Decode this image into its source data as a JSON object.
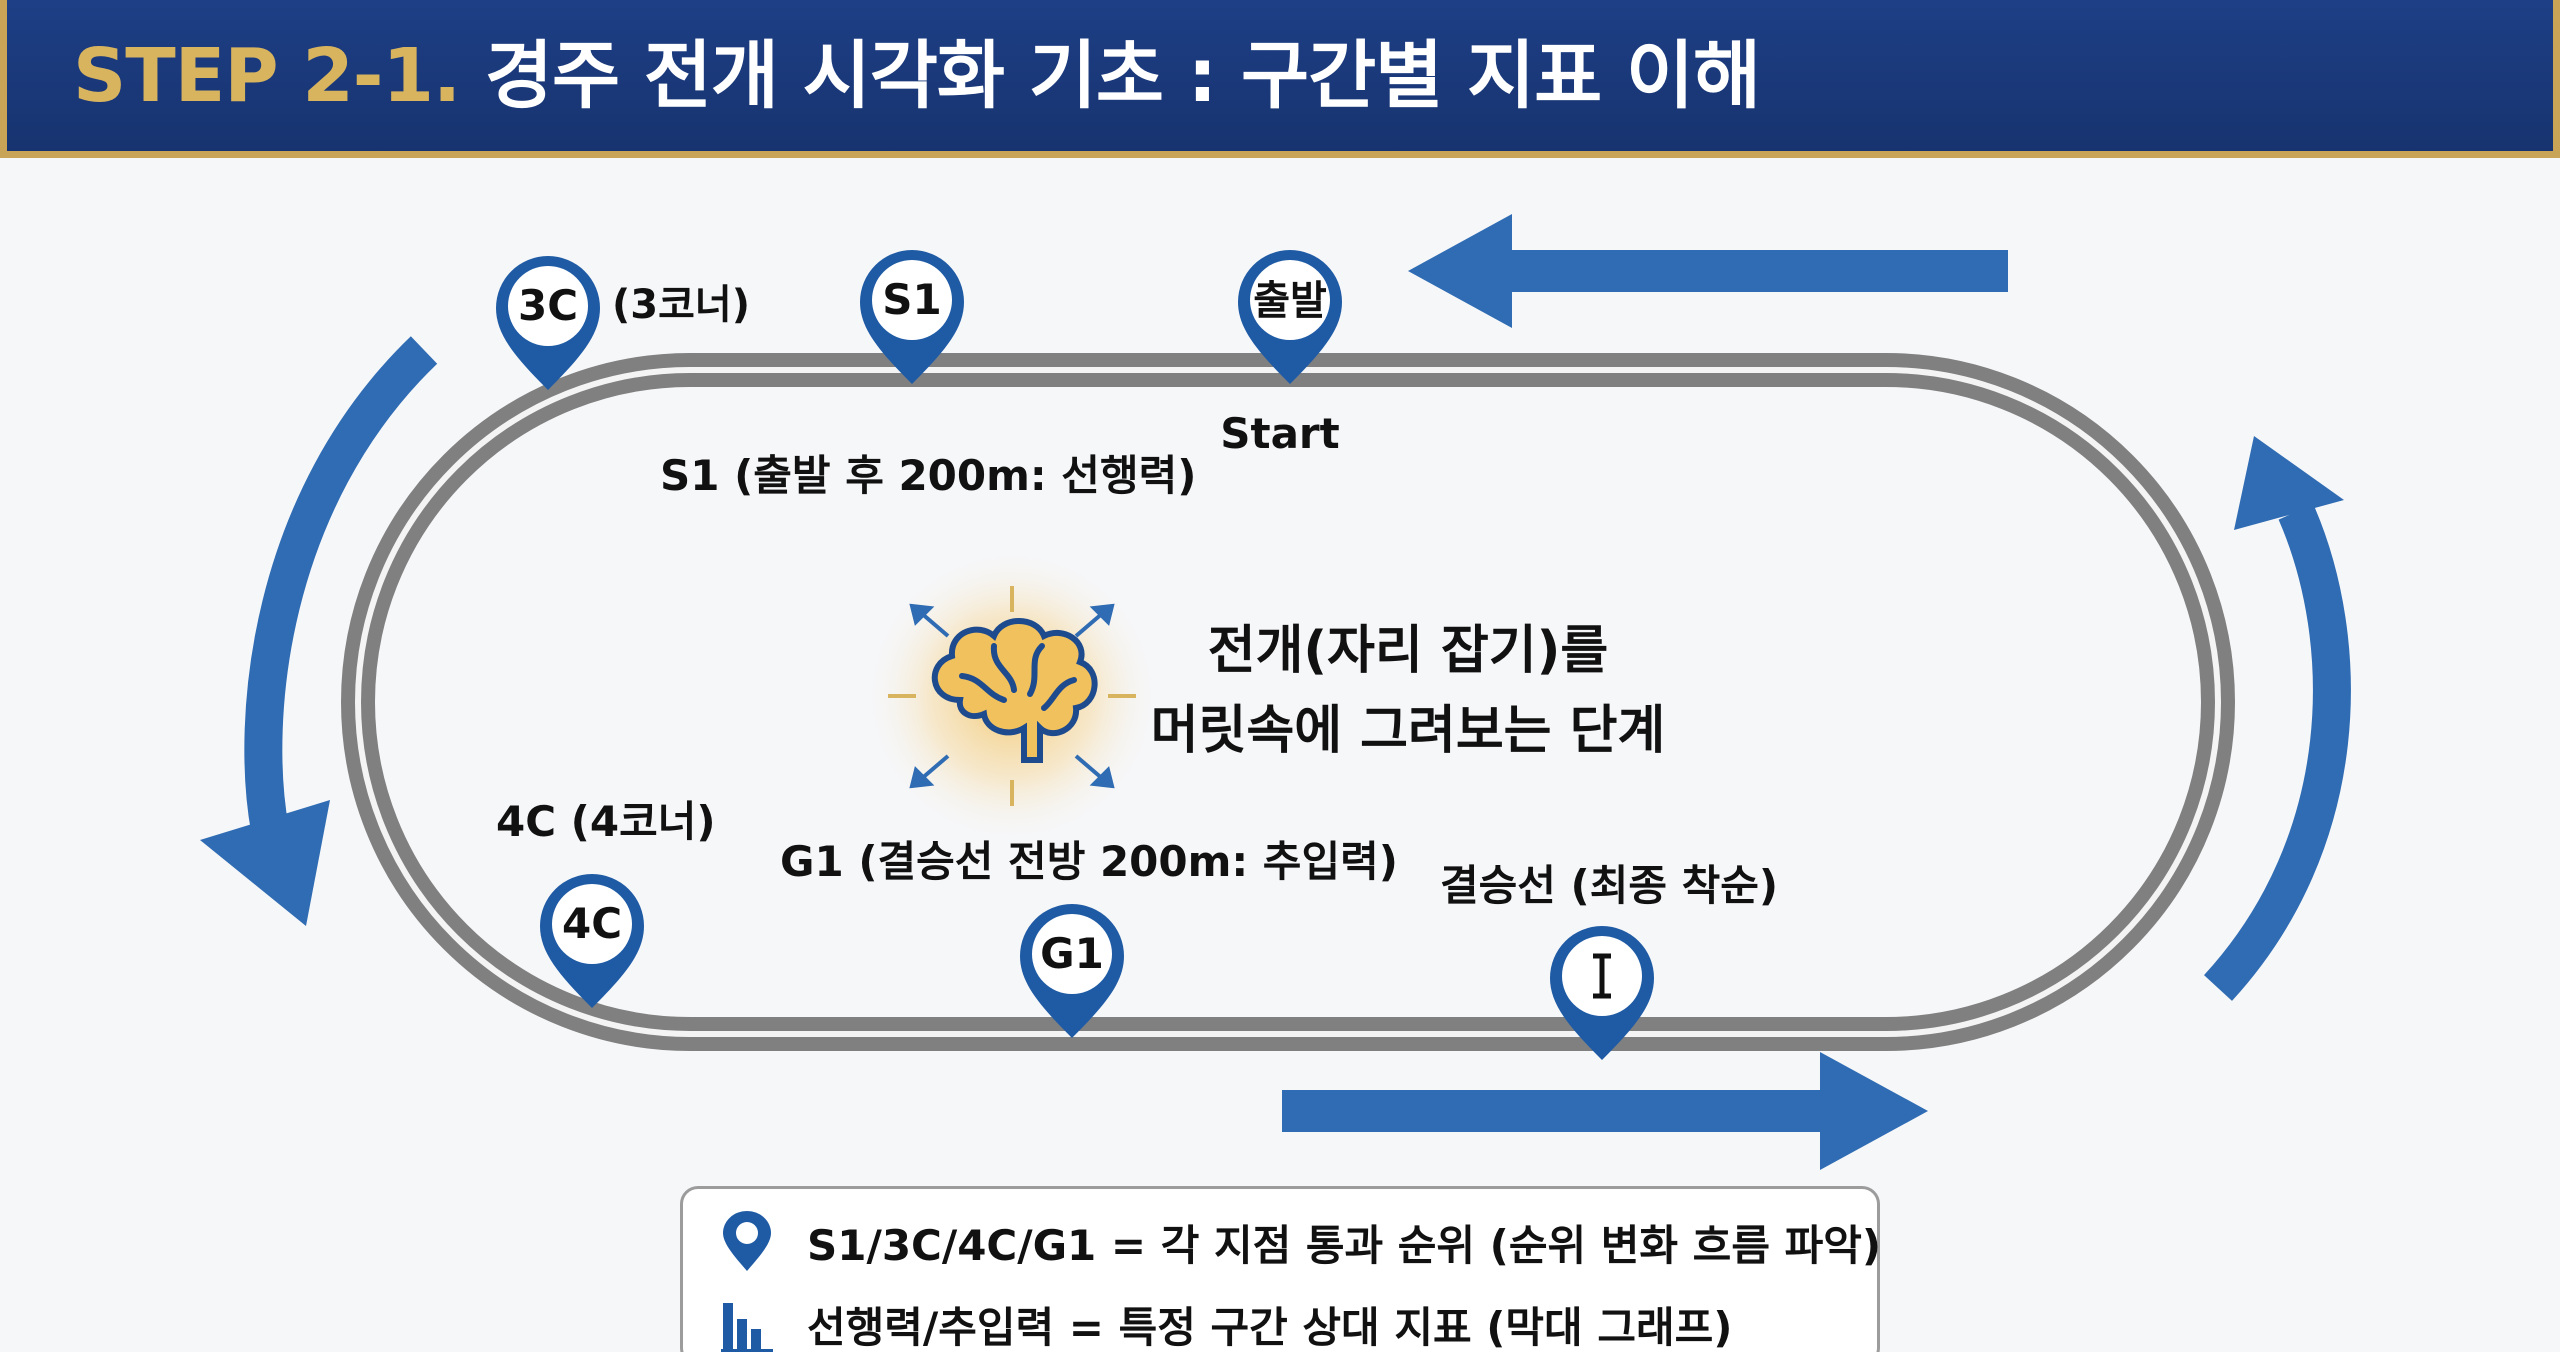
{
  "header": {
    "step": "STEP 2-1.",
    "title": "경주 전개 시각화 기초 : 구간별 지표 이해"
  },
  "track": {
    "start_marker": "출발",
    "start_label": "Start",
    "s1_marker": "S1",
    "s1_label": "S1 (출발 후 200m: 선행력)",
    "c3_marker": "3C",
    "c3_label": "(3코너)",
    "c4_marker": "4C",
    "c4_label": "4C (4코너)",
    "g1_marker": "G1",
    "g1_label": "G1 (결승선 전방 200m: 추입력)",
    "finish_label": "결승선 (최종 착순)",
    "center_line1": "전개(자리 잡기)를",
    "center_line2": "머릿속에 그려보는 단계"
  },
  "legend": {
    "row1": "S1/3C/4C/G1 = 각 지점 통과 순위 (순위 변화 흐름 파악)",
    "row2": "선행력/추입력 = 특정 구간 상대 지표 (막대 그래프)"
  },
  "colors": {
    "navy": "#1e3f86",
    "gold": "#c9a457",
    "blue": "#2f6cb3",
    "pin": "#1f5ba5",
    "track": "#808080"
  },
  "icons": {
    "pin": "map-pin-icon",
    "bars": "bar-chart-icon",
    "brain": "brain-icon",
    "finish": "finish-line-icon"
  }
}
